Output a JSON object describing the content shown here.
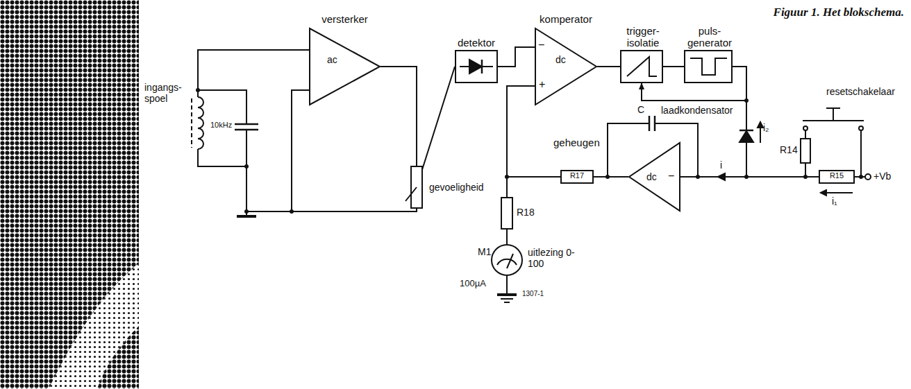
{
  "diagram": {
    "title": "Figuur 1. Het blokschema.",
    "nodes": [
      {
        "text": [
          "versterker",
          "ac"
        ]
      },
      {
        "text": [
          "detektor"
        ]
      },
      {
        "text": [
          "komperator",
          "dc"
        ]
      },
      {
        "text": [
          "trigger- isolatie"
        ]
      },
      {
        "text": [
          "puls- generator"
        ]
      },
      {
        "text": [
          "geheugen",
          "dc"
        ]
      }
    ],
    "edges": [
      {
        "from": 0,
        "to": 1,
        "arrow": "none"
      },
      {
        "from": 1,
        "to": 2,
        "arrow": "none"
      },
      {
        "from": 2,
        "to": 3,
        "arrow": "none"
      },
      {
        "from": 3,
        "to": 4,
        "arrow": "none"
      },
      {
        "from": 4,
        "to": 3,
        "arrow": "to"
      },
      {
        "from": 4,
        "to": 5,
        "arrow": "none"
      },
      {
        "from": 5,
        "to": 2,
        "arrow": "none"
      }
    ],
    "labels": [
      "ingangs- spoel",
      "10kHz",
      "gevoeligheid",
      "−",
      "+",
      "−",
      "C",
      "laadkondensator",
      "i₂",
      "resetschakelaar",
      "R14",
      "R15",
      "+Vb",
      "i",
      "i₁",
      "R17",
      "R18",
      "M1",
      "100µA",
      "uitlezing 0-100",
      "1307-1"
    ]
  }
}
